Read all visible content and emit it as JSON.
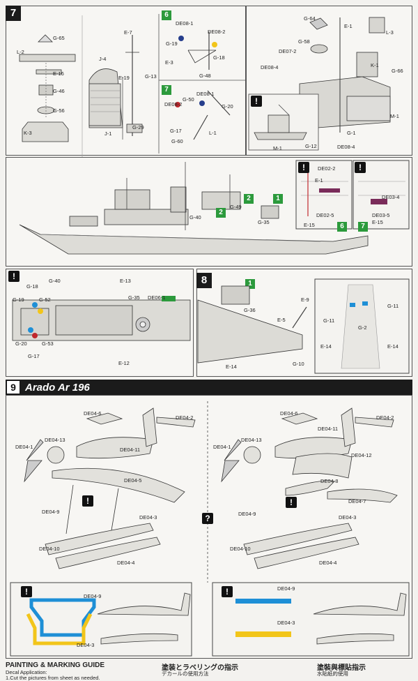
{
  "steps": {
    "s7": "7",
    "s7g": "7",
    "s6g": "6",
    "s8": "8",
    "s1g": "1",
    "s2g": "2",
    "s9": "9"
  },
  "labels_top": {
    "g65": "G-65",
    "l2": "L-2",
    "e16": "E-16",
    "g46": "G-46",
    "g56": "G-56",
    "k3": "K-3",
    "e7": "E-7",
    "j4": "J-4",
    "e19": "E-19",
    "g13": "G-13",
    "j1": "J-1",
    "g29": "G-29",
    "de081a": "DE08-1",
    "de082a": "DE08-2",
    "g19": "G-19",
    "g18": "G-18",
    "e3": "E-3",
    "g48": "G-48",
    "g50": "G-50",
    "de081b": "DE08-1",
    "de082b": "DE08-2",
    "g20": "G-20",
    "g17": "G-17",
    "l1": "L-1",
    "g60": "G-60",
    "g64": "G-64",
    "e1": "E-1",
    "l3": "L-3",
    "g58": "G-58",
    "de072": "DE07-2",
    "de084a": "DE08-4",
    "k1": "K-1",
    "g66": "G-66",
    "m1a": "M-1",
    "m1b": "M-1",
    "g1": "G-1",
    "g12": "G-12",
    "de084b": "DE08-4"
  },
  "labels_mid": {
    "g40": "G-40",
    "g49": "G-49",
    "g35": "G-35",
    "de022": "DE02-2",
    "e1": "E-1",
    "de025": "DE02-5",
    "e15a": "E-15",
    "de034": "DE03-4",
    "de035": "DE03-5",
    "e15b": "E-15"
  },
  "labels_lower": {
    "g40": "G-40",
    "e13": "E-13",
    "g18": "G-18",
    "g19": "G-19",
    "g52": "G-52",
    "g35": "G-35",
    "de061": "DE06-1",
    "g20": "G-20",
    "g53": "G-53",
    "g17": "G-17",
    "e12": "E-12",
    "g36": "G-36",
    "e9": "E-9",
    "e5": "E-5",
    "e14": "E-14",
    "g10": "G-10",
    "g11a": "G-11",
    "g11b": "G-11",
    "g2": "G-2",
    "e14a": "E-14",
    "e14b": "E-14"
  },
  "arado": {
    "title": "Arado Ar 196",
    "left": {
      "de046": "DE04-6",
      "de042": "DE04-2",
      "de041": "DE04-1",
      "de0413": "DE04-13",
      "de0411": "DE04-11",
      "de045": "DE04-5",
      "de049": "DE04-9",
      "de043": "DE04-3",
      "de0410": "DE04-10",
      "de044": "DE04-4"
    },
    "right": {
      "de046": "DE04-6",
      "de0411": "DE04-11",
      "de042": "DE04-2",
      "de041": "DE04-1",
      "de0413": "DE04-13",
      "de0412": "DE04-12",
      "de048": "DE04-8",
      "de047": "DE04-7",
      "de049": "DE04-9",
      "de043": "DE04-3",
      "de0410": "DE04-10",
      "de044": "DE04-4"
    },
    "detail_left": {
      "de049": "DE04-9",
      "de043": "DE04-3"
    },
    "detail_right": {
      "de049": "DE04-9",
      "de043": "DE04-3"
    }
  },
  "guide": {
    "en_title": "PAINTING & MARKING GUIDE",
    "en_sub1": "Decal Application:",
    "en_sub2": "1.Cut the pictures from sheet as needed.",
    "jp_title": "塗装とラベリングの指示",
    "jp_sub": "デカールの使用方法",
    "cn_title": "塗裝與標貼指示",
    "cn_sub": "水貼紙的使用"
  },
  "colors": {
    "yellow": "#f2c51a",
    "blue": "#1e8fd6",
    "red": "#c0282d",
    "navy": "#263e8c",
    "green": "#2c9a3c",
    "purple": "#7a2c5a"
  }
}
